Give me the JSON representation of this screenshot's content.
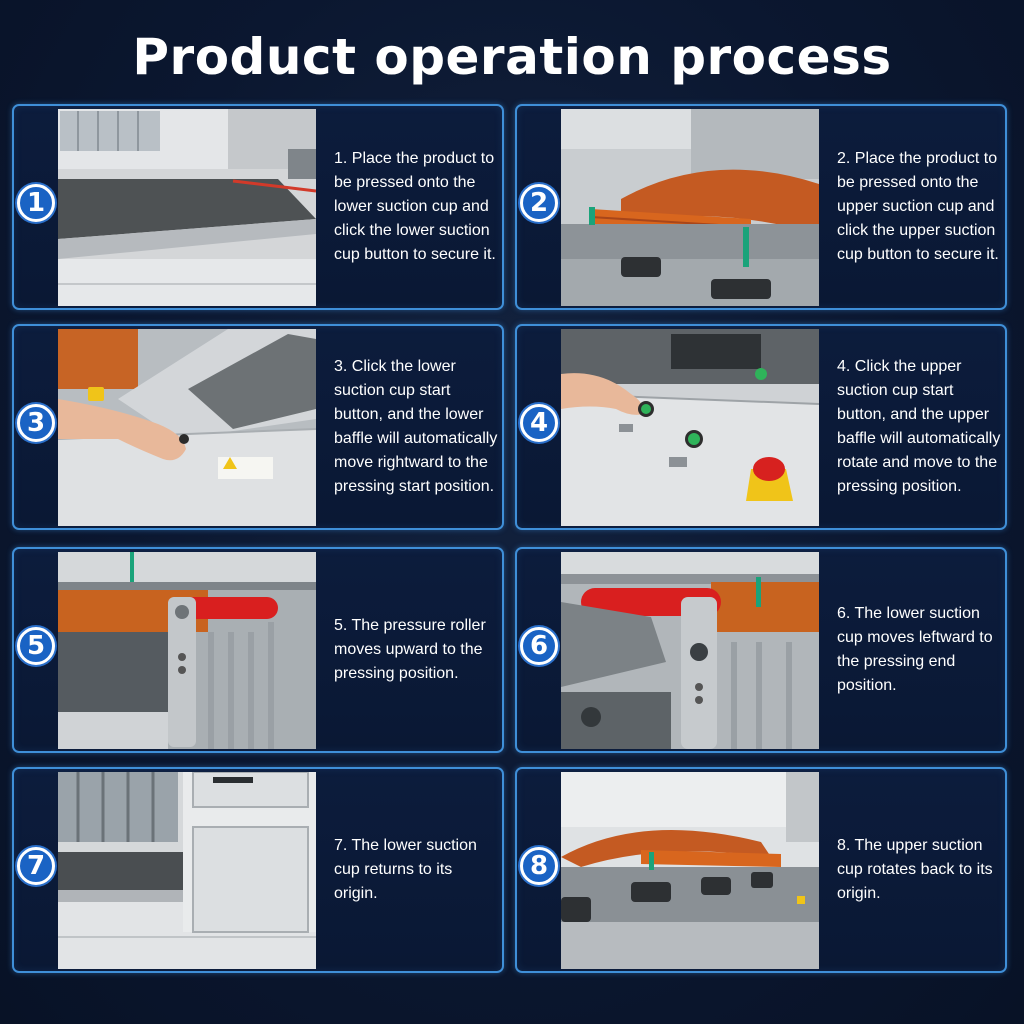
{
  "title": "Product operation process",
  "steps": [
    {
      "number": "1",
      "text": "1. Place the product to be pressed onto the lower suction cup and click the lower suction cup button to secure it."
    },
    {
      "number": "2",
      "text": "2. Place the product to be pressed onto the upper suction cup and click the upper suction cup button to secure it."
    },
    {
      "number": "3",
      "text": "3. Click the lower suction cup start button, and the lower baffle will automatically move rightward to the pressing start position."
    },
    {
      "number": "4",
      "text": "4. Click the upper suction cup start button, and the upper baffle will automatically rotate and move to the pressing position."
    },
    {
      "number": "5",
      "text": "5. The pressure roller moves upward to the pressing position."
    },
    {
      "number": "6",
      "text": "6. The lower suction cup moves leftward to the pressing end position."
    },
    {
      "number": "7",
      "text": "7. The lower suction cup returns to its origin."
    },
    {
      "number": "8",
      "text": "8. The upper suction cup rotates back to its origin."
    }
  ],
  "colors": {
    "background": "#0b1730",
    "card_border": "#3f8fd8",
    "badge": "#1a63c4",
    "orange_product": "#d8661e",
    "red_roller": "#d91f1f"
  }
}
